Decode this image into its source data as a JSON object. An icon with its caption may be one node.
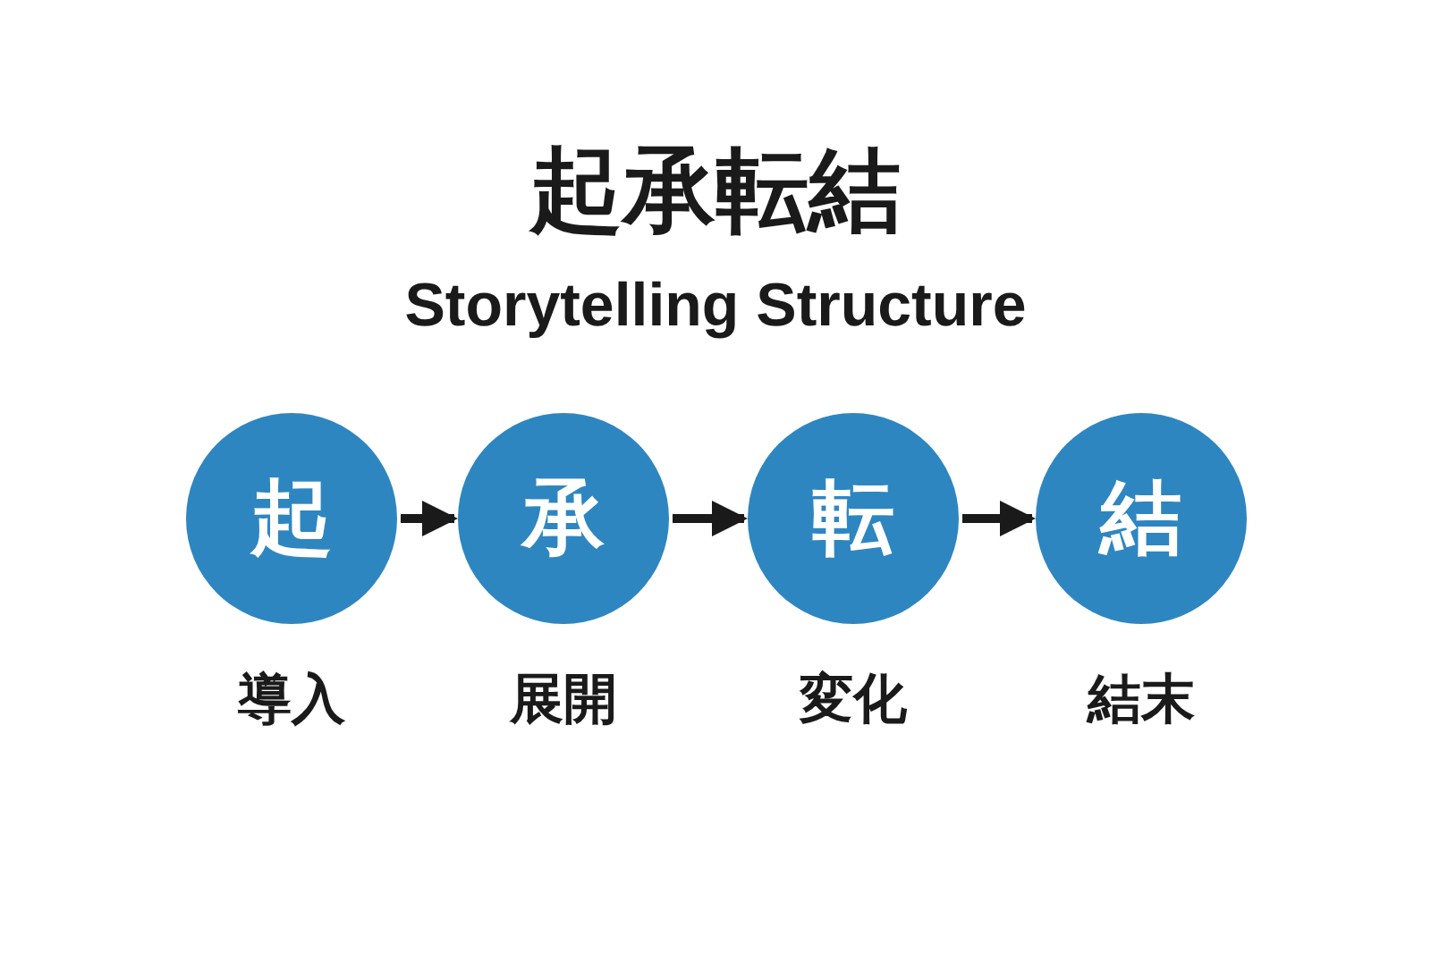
{
  "diagram": {
    "title": "起承転結",
    "labels": [
      "Storytelling Structure"
    ],
    "nodes": [
      {
        "text": [
          "起"
        ],
        "beside": [
          "導入"
        ]
      },
      {
        "text": [
          "承"
        ],
        "beside": [
          "展開"
        ]
      },
      {
        "text": [
          "転"
        ],
        "beside": [
          "変化"
        ]
      },
      {
        "text": [
          "結"
        ],
        "beside": [
          "結末"
        ]
      }
    ],
    "edges": [
      {
        "from": 0,
        "to": 1,
        "arrow": "to"
      },
      {
        "from": 1,
        "to": 2,
        "arrow": "to"
      },
      {
        "from": 2,
        "to": 3,
        "arrow": "to"
      }
    ]
  }
}
